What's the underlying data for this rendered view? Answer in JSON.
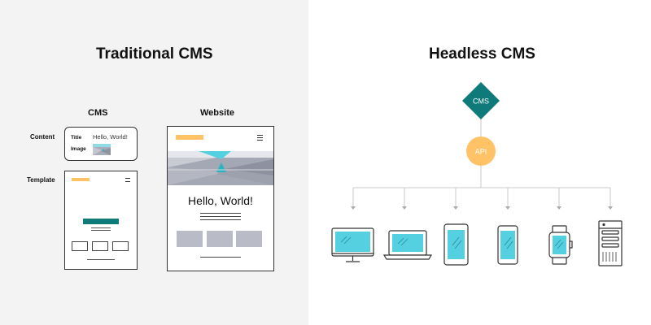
{
  "traditional": {
    "title": "Traditional CMS",
    "cms_label": "CMS",
    "website_label": "Website",
    "content_label": "Content",
    "template_label": "Template",
    "content_card": {
      "title_label": "Title",
      "title_value": "Hello, World!",
      "image_label": "Image"
    },
    "website": {
      "headline": "Hello, World!"
    }
  },
  "headless": {
    "title": "Headless CMS",
    "cms_node": "CMS",
    "api_node": "API",
    "devices": [
      "desktop-monitor",
      "laptop",
      "tablet",
      "smartphone",
      "smartwatch",
      "server"
    ]
  },
  "colors": {
    "teal": "#0f7a7a",
    "orange": "#ffc266",
    "screen_cyan": "#55d0e0",
    "gray_block": "#b9bcc6",
    "left_bg": "#f3f3f3"
  }
}
